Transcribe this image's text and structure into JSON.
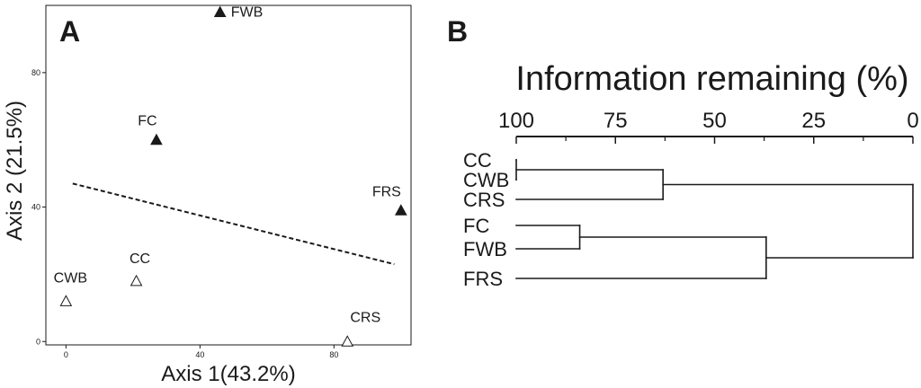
{
  "panels": {
    "a": {
      "letter": "A"
    },
    "b": {
      "letter": "B"
    }
  },
  "chart_data": [
    {
      "type": "scatter",
      "panel": "A",
      "title": "",
      "xlabel": "Axis 1(43.2%)",
      "ylabel": "Axis 2 (21.5%)",
      "xlim": [
        -6,
        103
      ],
      "ylim": [
        -1,
        100
      ],
      "xticks": [
        0,
        40,
        80
      ],
      "yticks": [
        0,
        40,
        80
      ],
      "grid": false,
      "filled_marker_color": "#1a1a1a",
      "open_marker_color": "#ffffff",
      "points": [
        {
          "label": "FWB",
          "x": 46,
          "y": 98,
          "marker": "filled-triangle"
        },
        {
          "label": "FC",
          "x": 27,
          "y": 60,
          "marker": "filled-triangle"
        },
        {
          "label": "FRS",
          "x": 100,
          "y": 39,
          "marker": "filled-triangle"
        },
        {
          "label": "CWB",
          "x": 0,
          "y": 12,
          "marker": "open-triangle"
        },
        {
          "label": "CC",
          "x": 21,
          "y": 18,
          "marker": "open-triangle"
        },
        {
          "label": "CRS",
          "x": 84,
          "y": 0,
          "marker": "open-triangle"
        }
      ],
      "trend_line": {
        "style": "dashed",
        "from": [
          2,
          47
        ],
        "to": [
          98,
          23
        ]
      }
    },
    {
      "type": "dendrogram",
      "panel": "B",
      "title": "Information remaining (%)",
      "axis_range": [
        100,
        0
      ],
      "ticks": [
        100,
        75,
        50,
        25,
        0
      ],
      "leaves": [
        "CC",
        "CWB",
        "CRS",
        "FC",
        "FWB",
        "FRS"
      ],
      "merges": [
        {
          "left": "CC",
          "right": "CWB",
          "height": 100
        },
        {
          "left": "CC+CWB",
          "right": "CRS",
          "height": 63
        },
        {
          "left": "FC",
          "right": "FWB",
          "height": 84
        },
        {
          "left": "FC+FWB",
          "right": "FRS",
          "height": 37
        },
        {
          "left": "CC+CWB+CRS",
          "right": "FC+FWB+FRS",
          "height": 0
        }
      ]
    }
  ]
}
